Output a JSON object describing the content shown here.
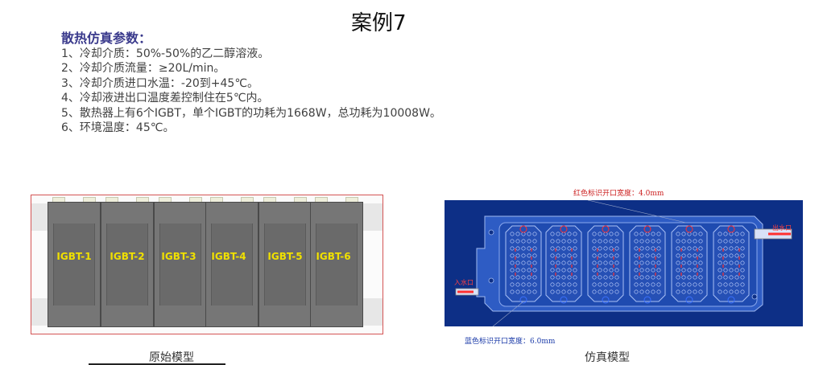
{
  "title": "案例7",
  "heading": "散热仿真参数：",
  "params": [
    "1、冷却介质：50%-50%的乙二醇溶液。",
    "2、冷却介质流量：≥20L/min。",
    "3、冷却介质进口水温：-20到+45℃。",
    "4、冷却液进出口温度差控制住在5℃内。",
    "5、散热器上有6个IGBT，单个IGBT的功耗为1668W，总功耗为10008W。",
    "6、环境温度：45℃。"
  ],
  "original_model": {
    "caption": "原始模型",
    "igbt_labels": [
      "IGBT-1",
      "IGBT-2",
      "IGBT-3",
      "IGBT-4",
      "IGBT-5",
      "IGBT-6"
    ]
  },
  "sim_model": {
    "caption": "仿真模型",
    "red_opening_label": "红色标识开口宽度：4.0mm",
    "blue_opening_label": "蓝色标识开口宽度：6.0mm",
    "inlet_label": "入水口",
    "outlet_label": "出水口"
  },
  "colors": {
    "heading": "#3a3a8c",
    "igbt_label": "#f0e000",
    "sim_background": "#0d2f86",
    "red_marker": "#ff3030",
    "blue_marker": "#3a70ff"
  }
}
